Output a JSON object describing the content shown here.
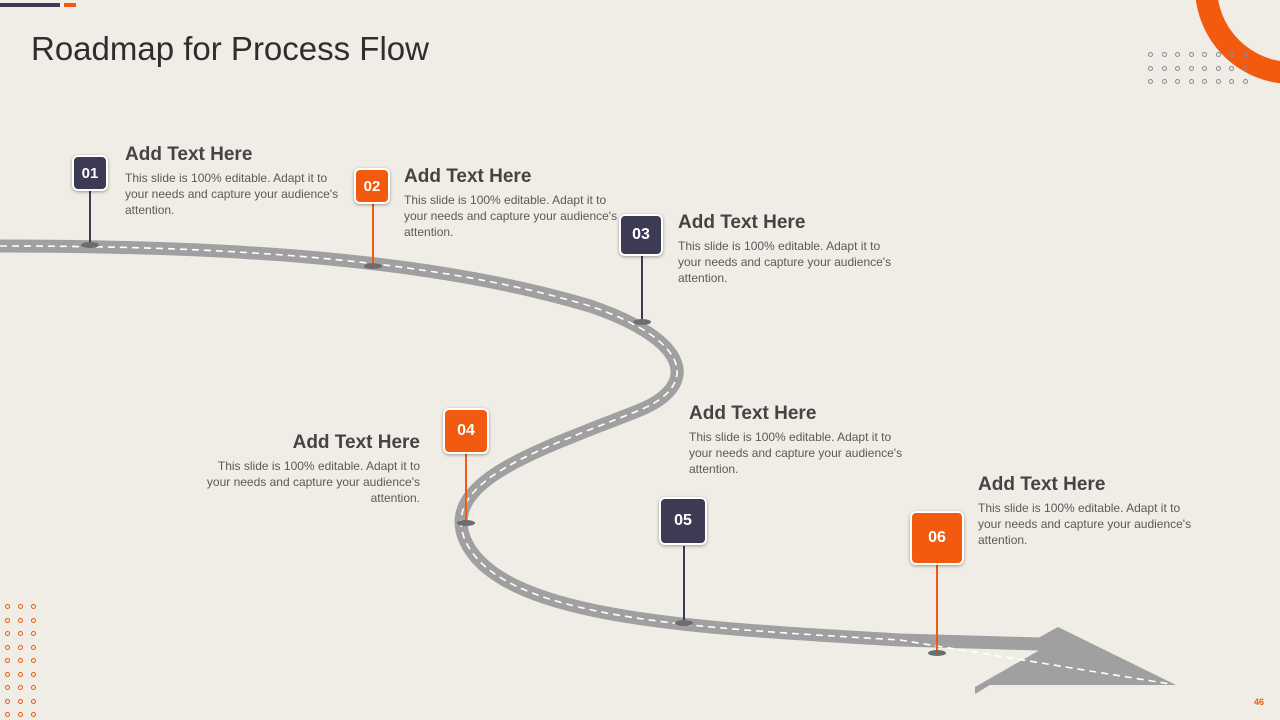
{
  "slide": {
    "title": "Roadmap for Process Flow",
    "page_number": "46"
  },
  "colors": {
    "background": "#f0ece6",
    "accent_orange": "#f15a0f",
    "accent_dark": "#3d3b54",
    "road_gray": "#a0a0a0"
  },
  "steps": [
    {
      "number": "01",
      "heading": "Add Text Here",
      "body": "This slide is 100% editable. Adapt it to your needs and capture your audience's attention.",
      "color": "dark"
    },
    {
      "number": "02",
      "heading": "Add Text Here",
      "body": "This slide is 100% editable. Adapt it to your needs and capture your audience's attention.",
      "color": "orange"
    },
    {
      "number": "03",
      "heading": "Add Text Here",
      "body": "This slide is 100% editable. Adapt it to your needs and capture your audience's attention.",
      "color": "dark"
    },
    {
      "number": "04",
      "heading": "Add Text Here",
      "body": "This slide is 100% editable. Adapt it to your needs and capture your audience's attention.",
      "color": "orange"
    },
    {
      "number": "05",
      "heading": "Add Text Here",
      "body": "This slide is 100% editable. Adapt it to your needs and capture your audience's attention.",
      "color": "dark"
    },
    {
      "number": "06",
      "heading": "Add Text Here",
      "body": "This slide is 100% editable. Adapt it to your needs and capture your audience's attention.",
      "color": "orange"
    }
  ]
}
